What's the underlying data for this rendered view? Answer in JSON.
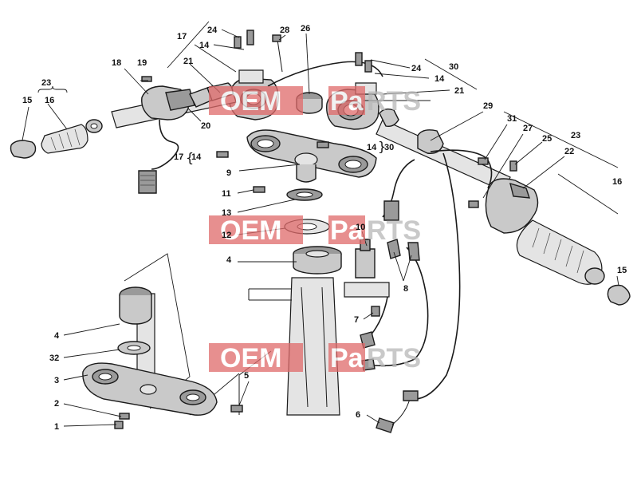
{
  "diagram": {
    "callouts": [
      {
        "id": "c24a",
        "text": "24"
      },
      {
        "id": "c17a",
        "text": "17"
      },
      {
        "id": "c14a",
        "text": "14"
      },
      {
        "id": "c28",
        "text": "28"
      },
      {
        "id": "c26",
        "text": "26"
      },
      {
        "id": "c24b",
        "text": "24"
      },
      {
        "id": "c30a",
        "text": "30"
      },
      {
        "id": "c14b",
        "text": "14"
      },
      {
        "id": "c21a",
        "text": "21"
      },
      {
        "id": "c21b",
        "text": "21"
      },
      {
        "id": "c18",
        "text": "18"
      },
      {
        "id": "c19",
        "text": "19"
      },
      {
        "id": "c23a",
        "text": "23"
      },
      {
        "id": "c15a",
        "text": "15"
      },
      {
        "id": "c16a",
        "text": "16"
      },
      {
        "id": "c20",
        "text": "20"
      },
      {
        "id": "c29",
        "text": "29"
      },
      {
        "id": "c31",
        "text": "31"
      },
      {
        "id": "c27",
        "text": "27"
      },
      {
        "id": "c23b",
        "text": "23"
      },
      {
        "id": "c25",
        "text": "25"
      },
      {
        "id": "c22",
        "text": "22"
      },
      {
        "id": "c17b",
        "text": "17"
      },
      {
        "id": "c14c",
        "text": "14"
      },
      {
        "id": "c14d",
        "text": "14"
      },
      {
        "id": "c30b",
        "text": "30"
      },
      {
        "id": "c9",
        "text": "9"
      },
      {
        "id": "c11",
        "text": "11"
      },
      {
        "id": "c13",
        "text": "13"
      },
      {
        "id": "c12",
        "text": "12"
      },
      {
        "id": "c10",
        "text": "10"
      },
      {
        "id": "c16b",
        "text": "16"
      },
      {
        "id": "c4a",
        "text": "4"
      },
      {
        "id": "c8",
        "text": "8"
      },
      {
        "id": "c15b",
        "text": "15"
      },
      {
        "id": "c7",
        "text": "7"
      },
      {
        "id": "c4b",
        "text": "4"
      },
      {
        "id": "c32",
        "text": "32"
      },
      {
        "id": "c3",
        "text": "3"
      },
      {
        "id": "c5",
        "text": "5"
      },
      {
        "id": "c2",
        "text": "2"
      },
      {
        "id": "c1",
        "text": "1"
      },
      {
        "id": "c6",
        "text": "6"
      }
    ],
    "watermark": {
      "left": "OEM",
      "right_prefix": "Pa",
      "right_suffix": "RTS",
      "color_red": "#e06a6a",
      "color_gray": "#c8c8c8"
    }
  }
}
